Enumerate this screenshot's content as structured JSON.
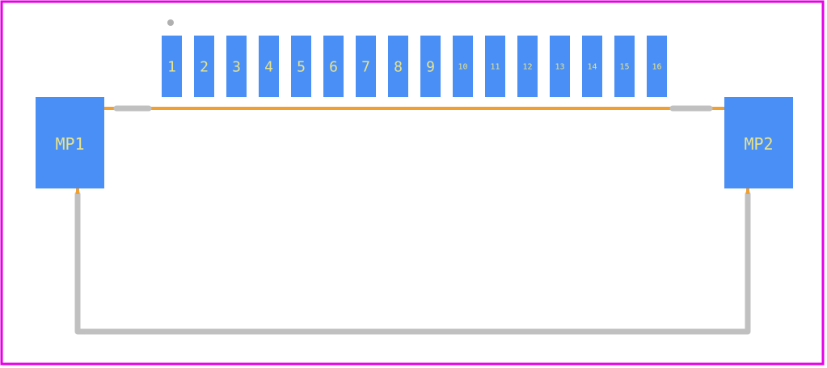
{
  "colors": {
    "board_outline": "#e600e6",
    "pad_fill": "#4a8ff5",
    "pad_label": "#e8e38a",
    "assembly_line": "#f0a030",
    "silkscreen": "#c0c0c0",
    "pin1_marker": "#b0b0b0",
    "background": "#ffffff"
  },
  "signal_pads": [
    "1",
    "2",
    "3",
    "4",
    "5",
    "6",
    "7",
    "8",
    "9",
    "10",
    "11",
    "12",
    "13",
    "14",
    "15",
    "16"
  ],
  "mounting_pads": [
    {
      "id": "mp1",
      "label": "MP1"
    },
    {
      "id": "mp2",
      "label": "MP2"
    }
  ]
}
